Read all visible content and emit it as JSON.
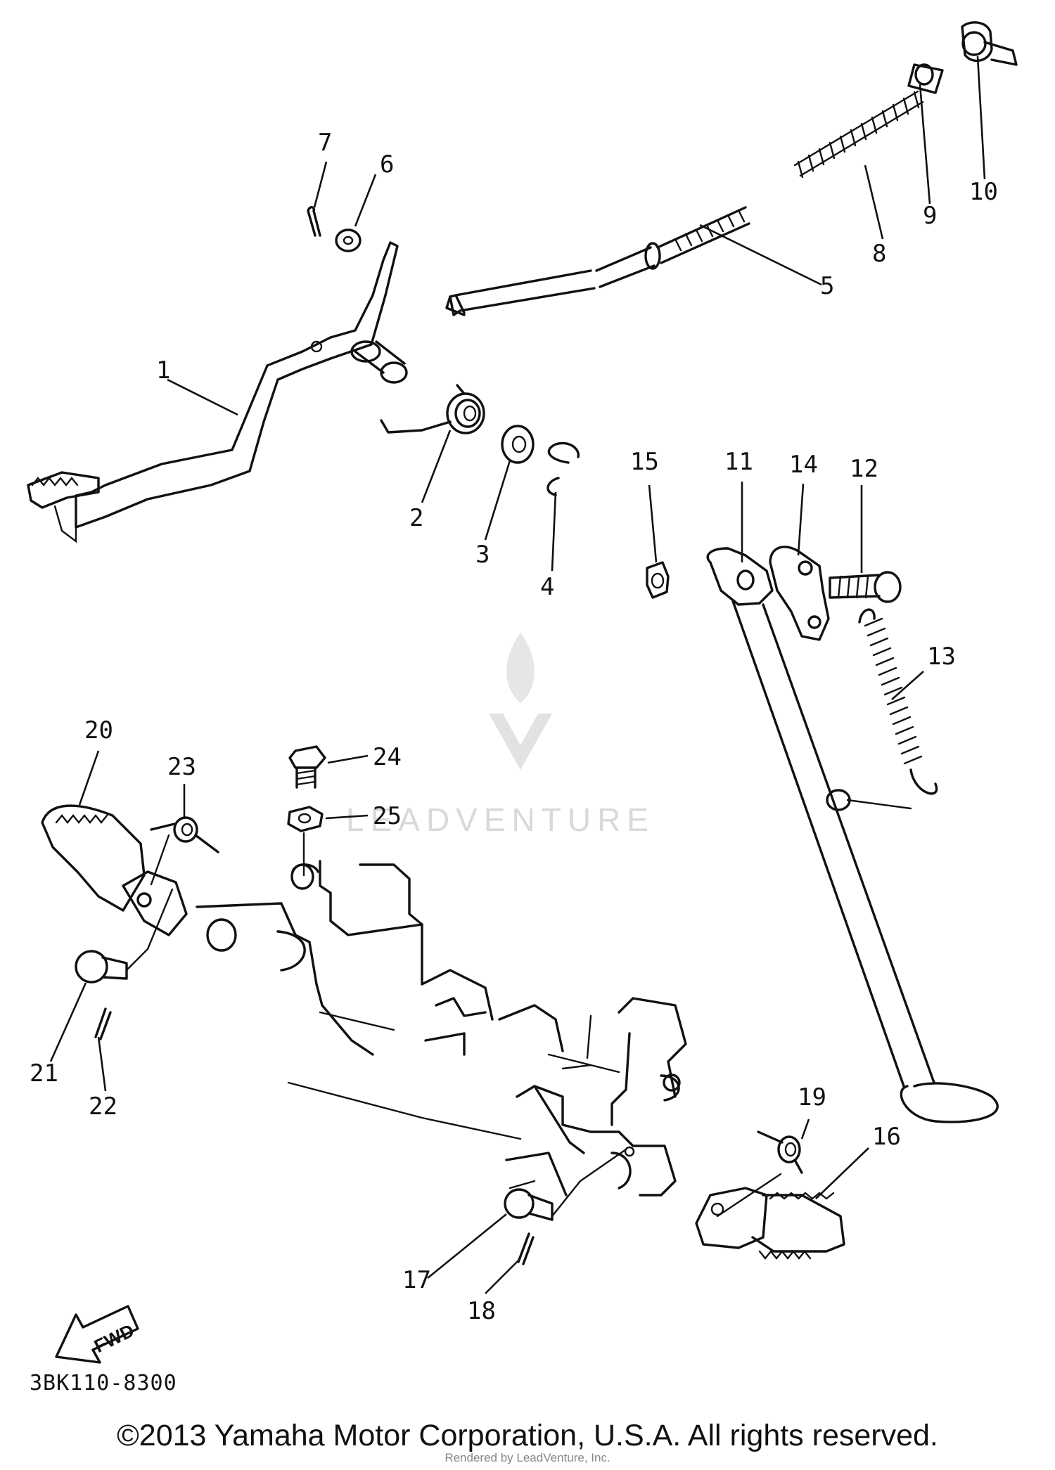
{
  "diagram": {
    "code": "3BK110-8300",
    "copyright": "©2013 Yamaha Motor Corporation, U.S.A. All rights reserved.",
    "render_credit": "Rendered by LeadVenture, Inc.",
    "watermark": "LEADVENTURE",
    "fwd_label": "FWD",
    "callouts": [
      "1",
      "2",
      "3",
      "4",
      "5",
      "6",
      "7",
      "8",
      "9",
      "10",
      "11",
      "12",
      "13",
      "14",
      "15",
      "16",
      "17",
      "18",
      "19",
      "20",
      "21",
      "22",
      "23",
      "24",
      "25"
    ]
  }
}
